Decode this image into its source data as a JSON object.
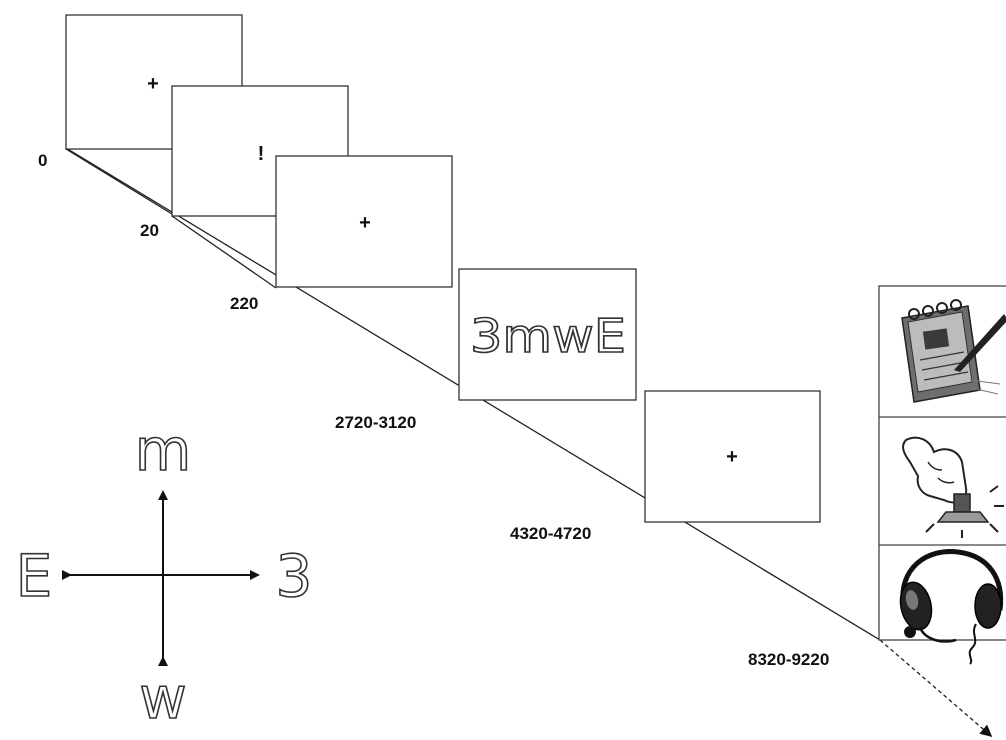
{
  "timeline": {
    "labels": [
      "0",
      "20",
      "220",
      "2720-3120",
      "4320-4720",
      "8320-9220"
    ]
  },
  "frames": [
    {
      "symbol": "+"
    },
    {
      "symbol": "!"
    },
    {
      "symbol": "+"
    },
    {
      "symbol": "3mwE"
    },
    {
      "symbol": "+"
    }
  ],
  "compass": {
    "top": "m",
    "bottom": "w",
    "left": "E",
    "right": "3"
  },
  "response_panel": {
    "icons": [
      "notepad-writing-icon",
      "finger-pressing-button-icon",
      "headset-microphone-icon"
    ]
  },
  "colors": {
    "line": "#222222",
    "frame_border": "#333333",
    "background": "#ffffff"
  }
}
